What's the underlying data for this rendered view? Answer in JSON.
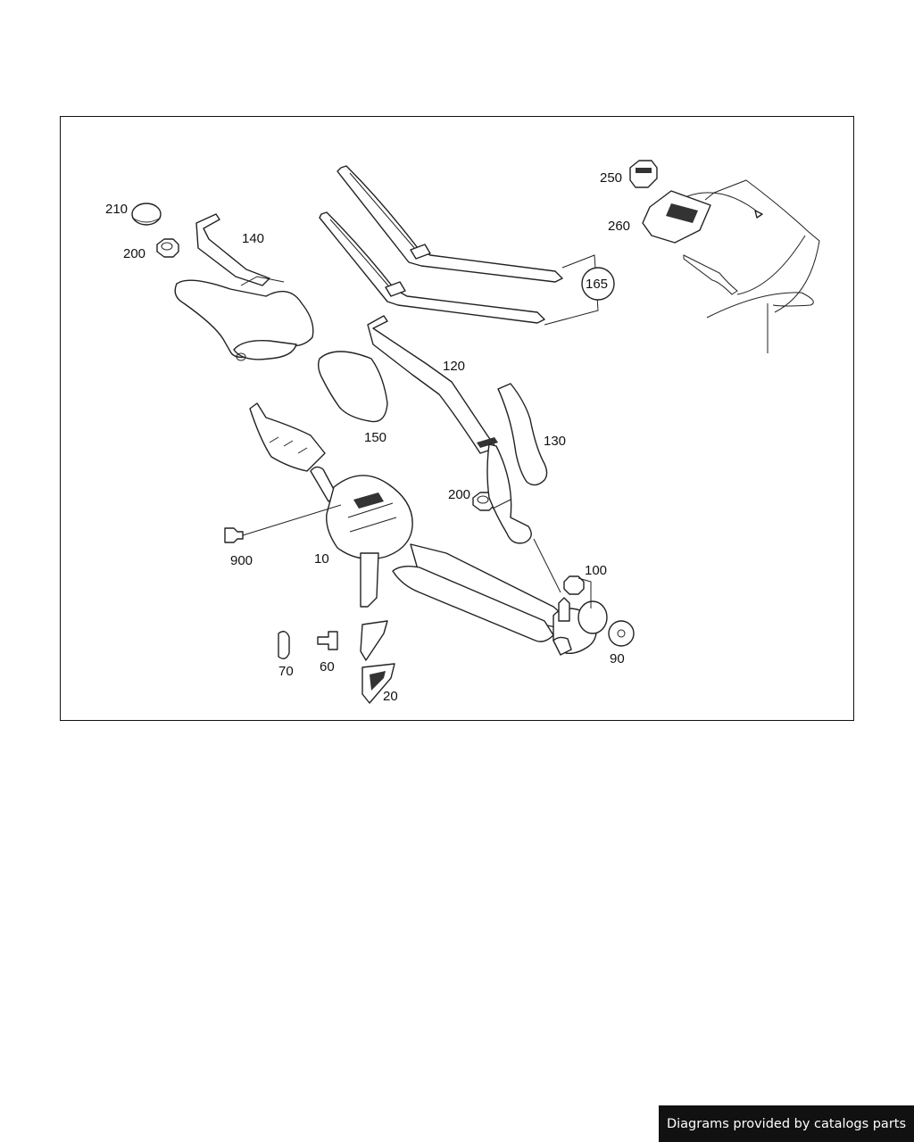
{
  "diagram": {
    "callouts": {
      "c210": "210",
      "c200a": "200",
      "c140": "140",
      "c165": "165",
      "c250": "250",
      "c260": "260",
      "c120": "120",
      "c150": "150",
      "c130": "130",
      "c200b": "200",
      "c100": "100",
      "c900": "900",
      "c10": "10",
      "c70": "70",
      "c60": "60",
      "c90": "90",
      "c20": "20"
    }
  },
  "footer": {
    "credit": "Diagrams provided by catalogs parts"
  }
}
